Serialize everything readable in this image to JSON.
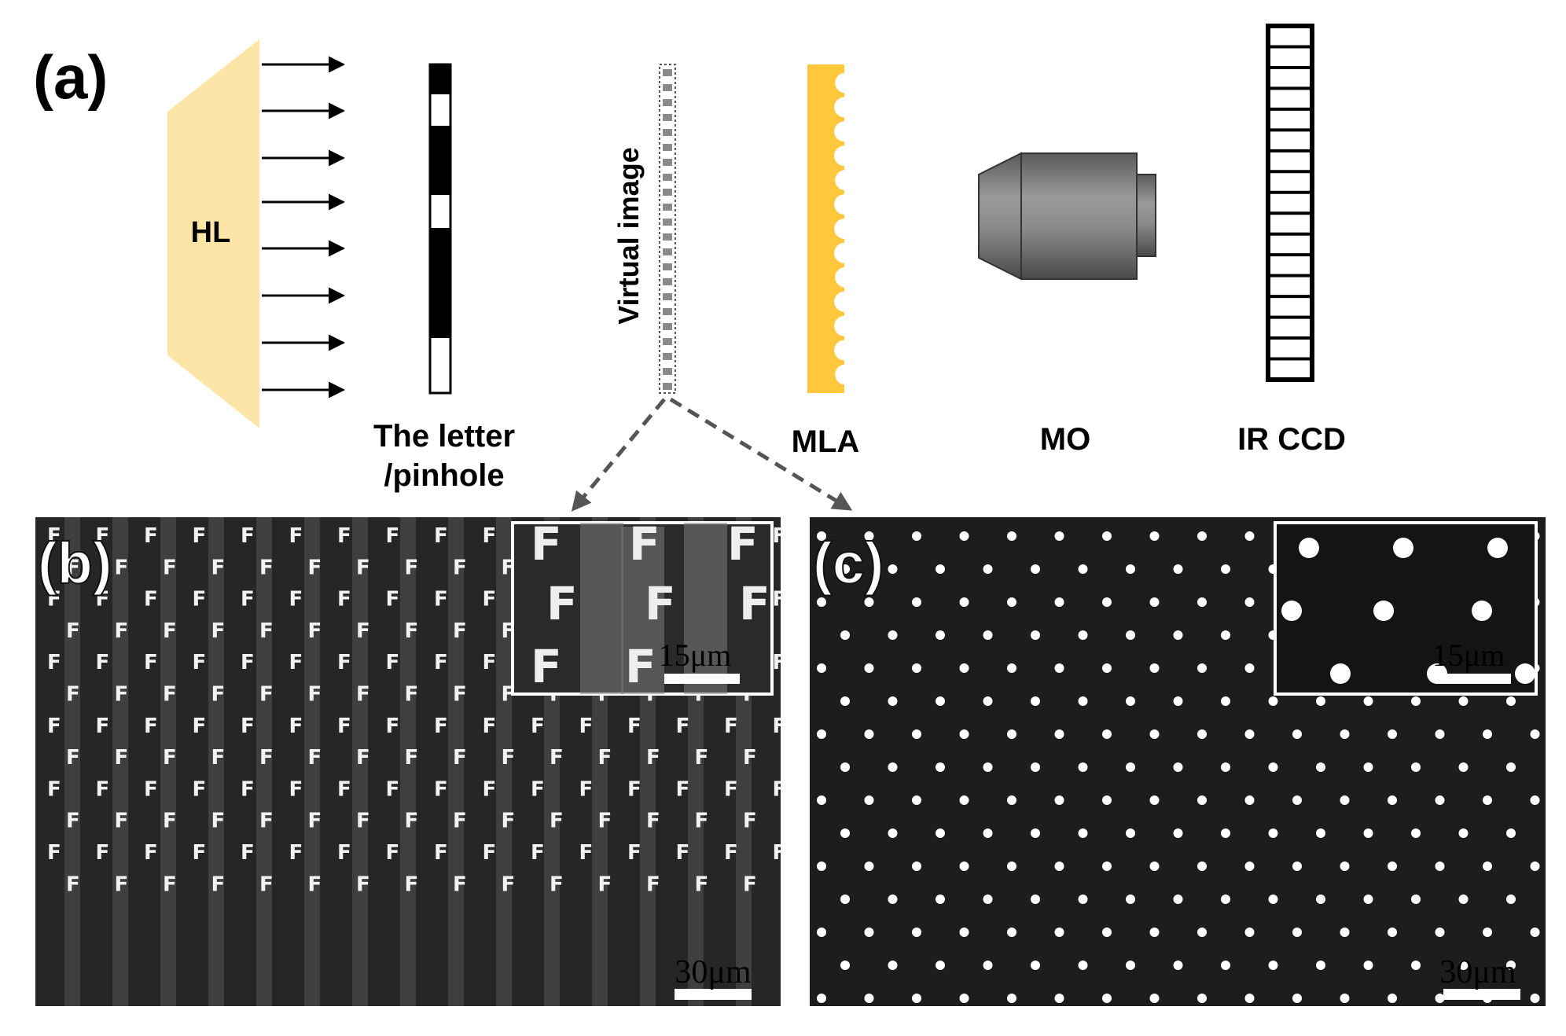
{
  "panel_a": {
    "panel_label": "(a)",
    "hl_label": "HL",
    "letter_label_line1": "The letter",
    "letter_label_line2": "/pinhole",
    "virtual_label": "Virtual image",
    "mla_label": "MLA",
    "mo_label": "MO",
    "ccd_label": "IR CCD"
  },
  "panel_b": {
    "panel_label": "(b)",
    "glyph": "F",
    "inset_scale_label": "15μm",
    "scale_label": "30μm"
  },
  "panel_c": {
    "panel_label": "(c)",
    "inset_scale_label": "15μm",
    "scale_label": "30μm"
  },
  "colors": {
    "hl_fill": "#FCE5A6",
    "mla_fill": "#FFC83C",
    "objective_fill": "#888888",
    "micrograph_bg": "#1d1d1d",
    "arrow_dash": "#555555"
  }
}
